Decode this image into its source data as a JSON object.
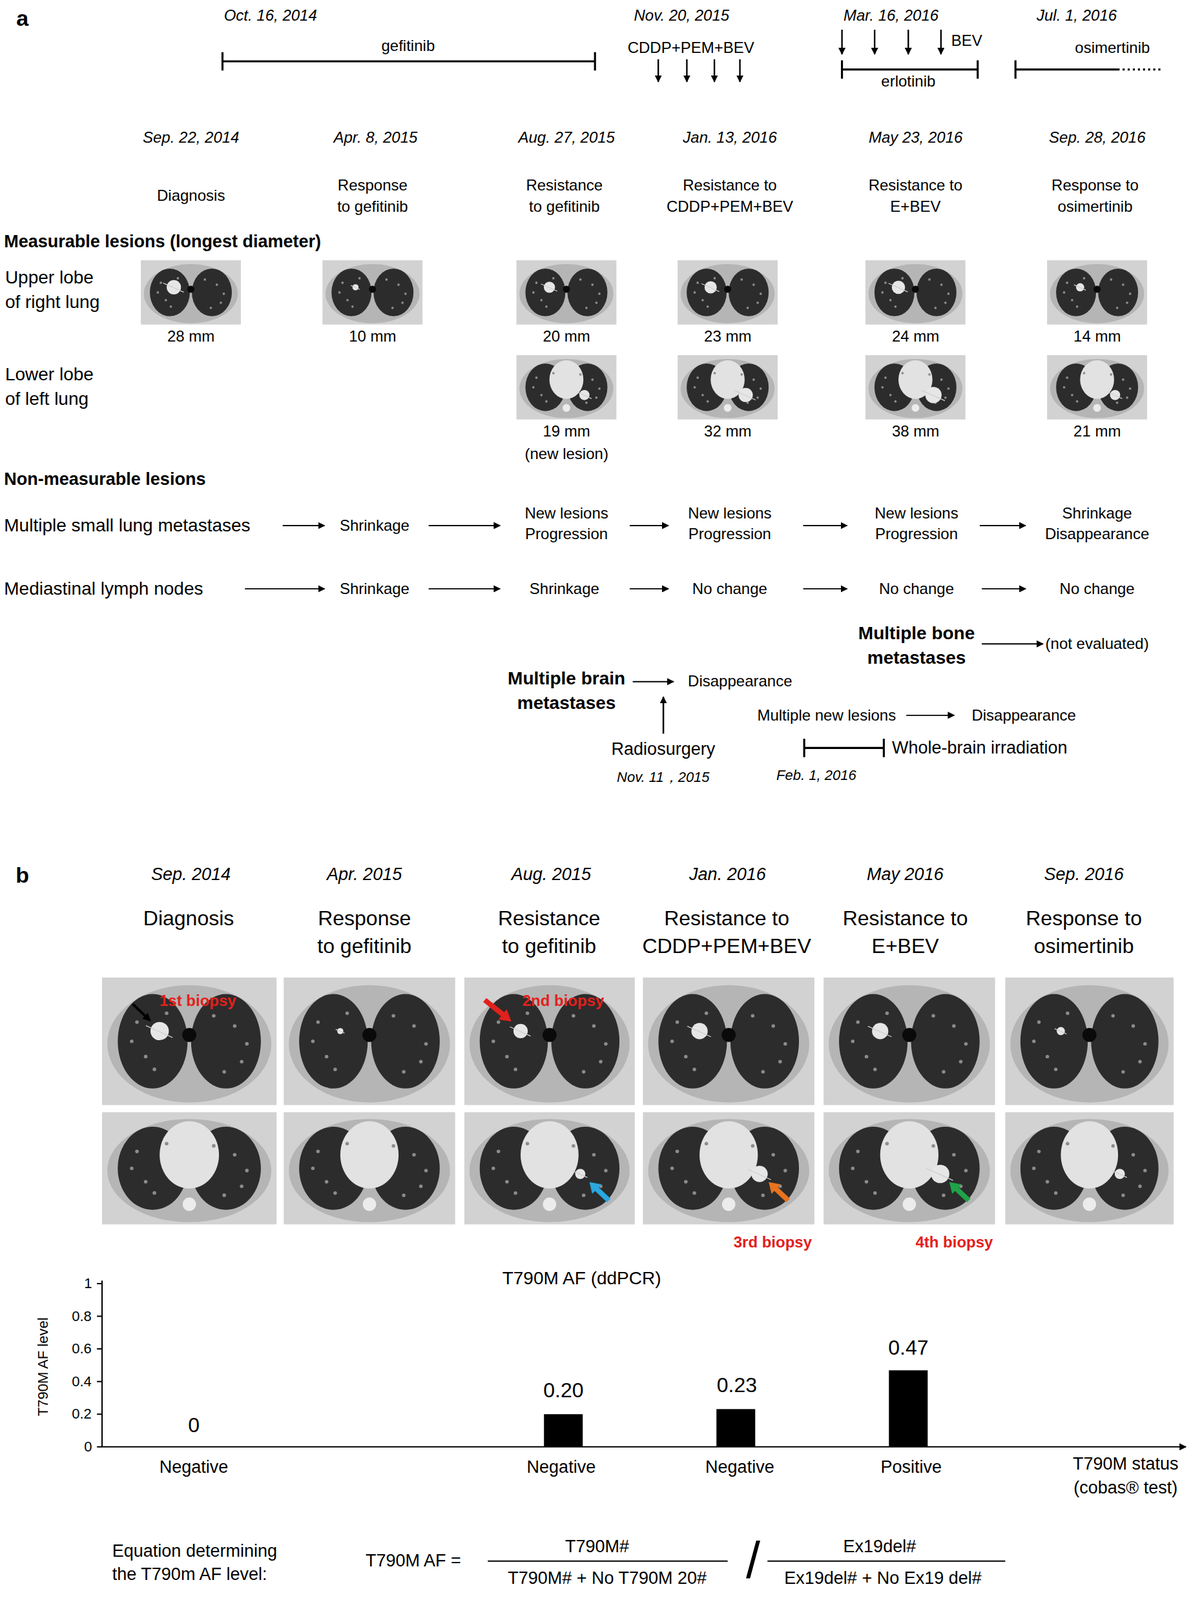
{
  "diagram": {
    "labels": [
      "a",
      "Oct. 16, 2014",
      "gefitinib",
      "Nov. 20, 2015",
      "CDDP+PEM+BEV",
      "Mar. 16, 2016",
      "BEV",
      "erlotinib",
      "Jul. 1, 2016",
      "osimertinib",
      "Sep. 22, 2014",
      "Apr. 8, 2015",
      "Aug. 27, 2015",
      "Jan. 13, 2016",
      "May 23, 2016",
      "Sep. 28, 2016",
      "Diagnosis",
      "Response to gefitinib",
      "Resistance to gefitinib",
      "Resistance to CDDP+PEM+BEV",
      "Resistance to E+BEV",
      "Response to osimertinib",
      "Measurable lesions (longest diameter)",
      "Upper lobe of right lung",
      "28 mm",
      "10 mm",
      "20 mm",
      "23 mm",
      "24 mm",
      "14 mm",
      "Lower lobe of left lung",
      "19 mm",
      "(new lesion)",
      "32 mm",
      "38 mm",
      "21 mm",
      "Non-measurable lesions",
      "Multiple small lung metastases",
      "Shrinkage",
      "New lesions Progression",
      "New lesions Progression",
      "New lesions Progression",
      "Shrinkage Disappearance",
      "Mediastinal lymph nodes",
      "Shrinkage",
      "Shrinkage",
      "No change",
      "No change",
      "No change",
      "Multiple bone metastases",
      "(not evaluated)",
      "Multiple brain metastases",
      "Disappearance",
      "Multiple new lesions",
      "Disappearance",
      "Radiosurgery",
      "Whole-brain irradiation",
      "Feb. 1, 2016",
      "Nov. 11，2015",
      "b",
      "Sep. 2014",
      "Apr. 2015",
      "Aug. 2015",
      "Jan. 2016",
      "May 2016",
      "Sep. 2016",
      "Diagnosis",
      "Response to gefitinib",
      "Resistance to gefitinib",
      "Resistance to CDDP+PEM+BEV",
      "Resistance to E+BEV",
      "Response to osimertinib",
      "1st biopsy",
      "2nd biopsy",
      "3rd biopsy",
      "4th biopsy",
      "T790M AF (ddPCR)",
      "1",
      "0.8",
      "0.6",
      "0.4",
      "0.2",
      "0",
      "T790M AF level",
      "0",
      "0.20",
      "0.23",
      "0.47",
      "Negative",
      "Negative",
      "Negative",
      "Positive",
      "T790M status (cobas® test)",
      "Equation determining the T790m AF level:",
      "T790M AF =",
      "T790M#",
      "T790M# + No T790M 20#",
      "/",
      "Ex19del#",
      "Ex19del# + No Ex19 del#"
    ]
  }
}
